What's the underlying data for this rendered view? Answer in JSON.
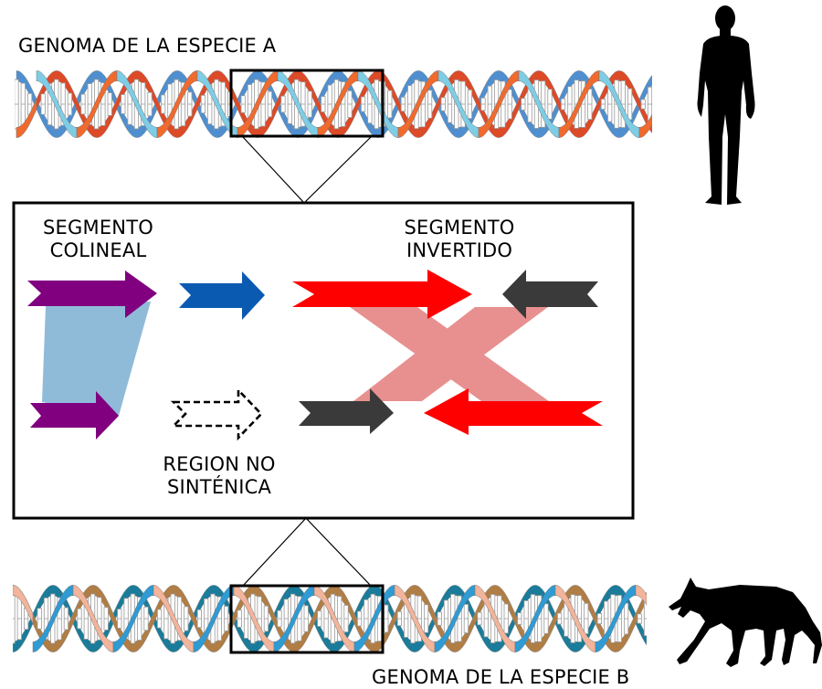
{
  "species_a": {
    "label": "GENOMA DE LA ESPECIE A",
    "organism_icon": "human-silhouette-icon",
    "helix_colors": {
      "front_strand": "#7ecde5",
      "back_strand": "#f06a2e",
      "front_shadow": "#4f8fcf",
      "back_shadow": "#dc4a28",
      "base_pairs": "#ffffff"
    }
  },
  "species_b": {
    "label": "GENOMA DE LA ESPECIE B",
    "organism_icon": "wolf-silhouette-icon",
    "helix_colors": {
      "front_strand": "#2e9bd4",
      "back_strand": "#f2b49a",
      "front_shadow": "#1a7c9a",
      "back_shadow": "#b07d45",
      "base_pairs": "#ffffff"
    }
  },
  "detail": {
    "colineal": {
      "line1": "SEGMENTO",
      "line2": "COLINEAL",
      "color": "#800080",
      "band_color": "#8fbbd9"
    },
    "non_syntenic": {
      "line1": "REGION NO",
      "line2": "SINTÉNICA",
      "arrow_color": "#0b5ab2"
    },
    "inverted": {
      "line1": "SEGMENTO",
      "line2": "INVERTIDO",
      "red": "#ff0000",
      "dark": "#3a3a3a",
      "band_color": "#e89090"
    }
  }
}
